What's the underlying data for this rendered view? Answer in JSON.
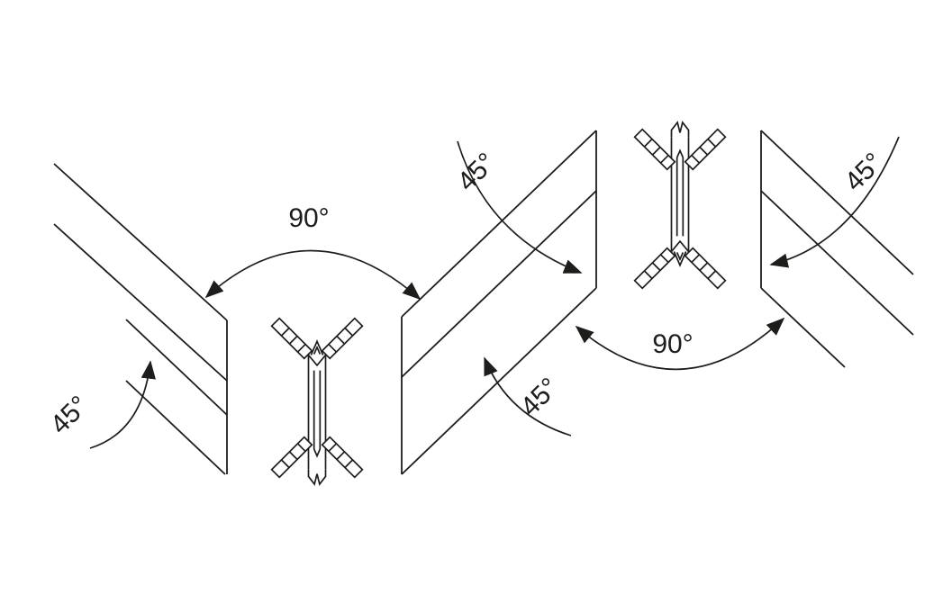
{
  "figure": {
    "background_color": "#ffffff",
    "line_color": "#1d1d1b",
    "annotations": {
      "angle_90_left": "90°",
      "angle_45_bottom_left": "45°",
      "angle_45_top_center": "45°",
      "angle_45_mid_right": "45°",
      "angle_90_right": "90°",
      "angle_45_top_right": "45°"
    }
  }
}
